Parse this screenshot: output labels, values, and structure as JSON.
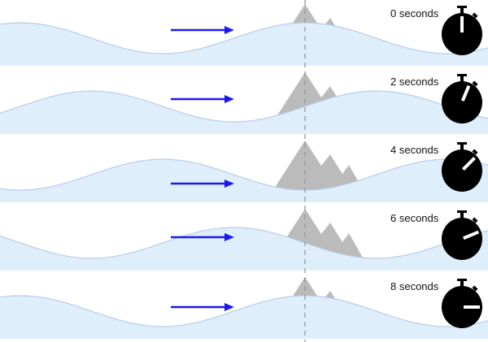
{
  "panels": [
    {
      "time": 0,
      "label": "0 seconds"
    },
    {
      "time": 2,
      "label": "2 seconds"
    },
    {
      "time": 4,
      "label": "4 seconds"
    },
    {
      "time": 6,
      "label": "6 seconds"
    },
    {
      "time": 8,
      "label": "8 seconds"
    }
  ],
  "wave_period_seconds": 8,
  "colors": {
    "water": "#dfeefb",
    "water_line": "#b9cce8",
    "mountain": "#bbbbbb",
    "mountain_shadow": "#a9a9a9",
    "arrow": "#1a1aee",
    "stopwatch": "#000000",
    "dashed_line": "#999999"
  }
}
